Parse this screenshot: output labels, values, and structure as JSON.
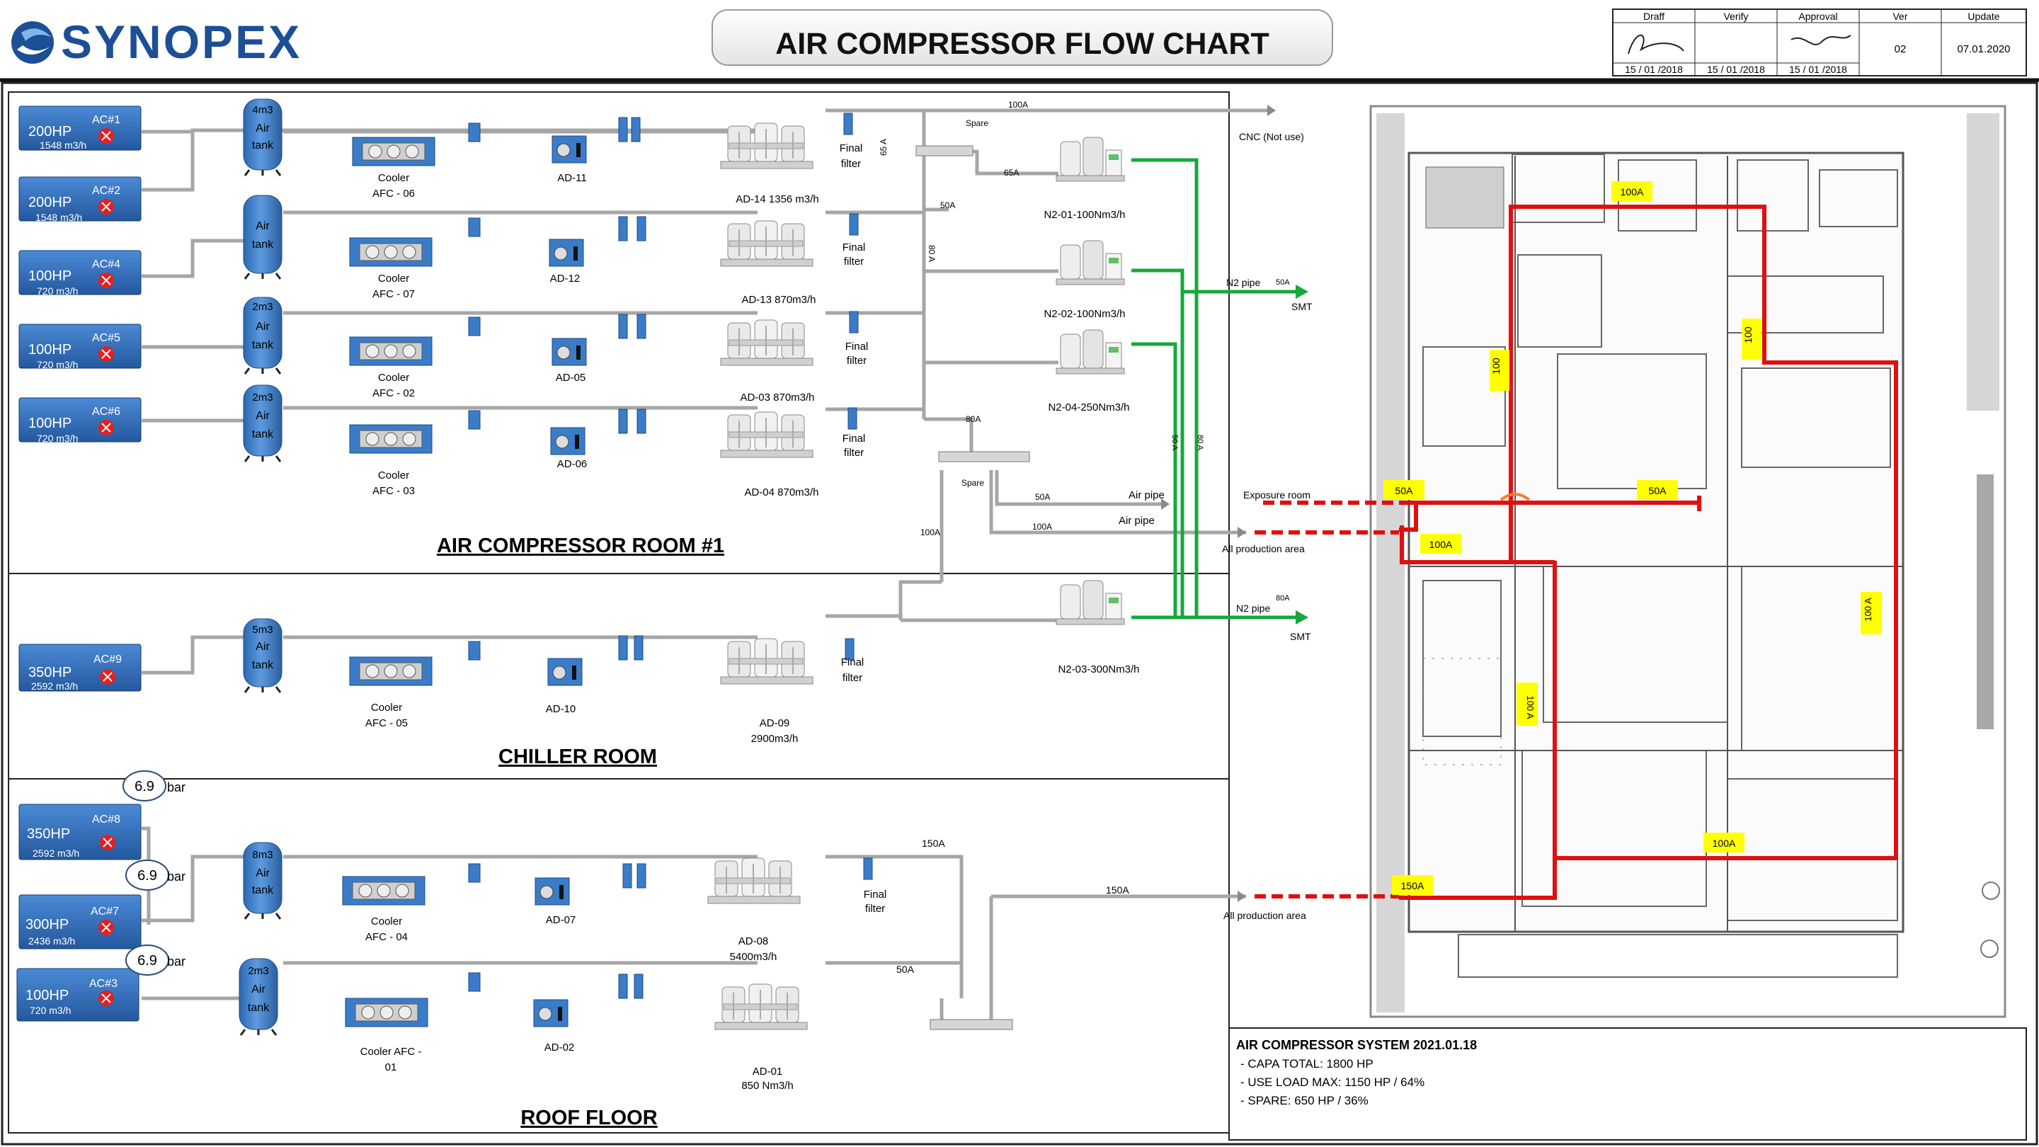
{
  "brand": {
    "name": "SYNOPEX"
  },
  "title": "AIR COMPRESSOR FLOW CHART",
  "approval": {
    "headers": [
      "Draff",
      "Verify",
      "Approval",
      "Ver",
      "Update"
    ],
    "dates": [
      "15 / 01 /2018",
      "15 / 01 /2018",
      "15 / 01 /2018"
    ],
    "ver": "02",
    "update": "07.01.2020"
  },
  "rooms": {
    "room1": "AIR COMPRESSOR ROOM #1",
    "chiller": "CHILLER ROOM",
    "roof": "ROOF FLOOR"
  },
  "compressors": [
    {
      "hp": "200HP",
      "id": "AC#1",
      "flow": "1548 m3/h"
    },
    {
      "hp": "200HP",
      "id": "AC#2",
      "flow": "1548 m3/h"
    },
    {
      "hp": "100HP",
      "id": "AC#4",
      "flow": "720 m3/h"
    },
    {
      "hp": "100HP",
      "id": "AC#5",
      "flow": "720 m3/h"
    },
    {
      "hp": "100HP",
      "id": "AC#6",
      "flow": "720 m3/h"
    },
    {
      "hp": "350HP",
      "id": "AC#9",
      "flow": "2592 m3/h"
    },
    {
      "hp": "350HP",
      "id": "AC#8",
      "flow": "2592 m3/h"
    },
    {
      "hp": "300HP",
      "id": "AC#7",
      "flow": "2436 m3/h"
    },
    {
      "hp": "100HP",
      "id": "AC#3",
      "flow": "720 m3/h"
    }
  ],
  "tanks": [
    {
      "vol": "4m3",
      "l1": "Air",
      "l2": "tank"
    },
    {
      "vol": "",
      "l1": "Air",
      "l2": "tank"
    },
    {
      "vol": "2m3",
      "l1": "Air",
      "l2": "tank"
    },
    {
      "vol": "2m3",
      "l1": "Air",
      "l2": "tank"
    },
    {
      "vol": "5m3",
      "l1": "Air",
      "l2": "tank"
    },
    {
      "vol": "8m3",
      "l1": "Air",
      "l2": "tank"
    },
    {
      "vol": "2m3",
      "l1": "Air",
      "l2": "tank"
    }
  ],
  "coolers": [
    {
      "l1": "Cooler",
      "l2": "AFC - 06"
    },
    {
      "l1": "Cooler",
      "l2": "AFC - 07"
    },
    {
      "l1": "Cooler",
      "l2": "AFC - 02"
    },
    {
      "l1": "Cooler",
      "l2": "AFC - 03"
    },
    {
      "l1": "Cooler",
      "l2": "AFC - 05"
    },
    {
      "l1": "Cooler",
      "l2": "AFC - 04"
    },
    {
      "l1": "Cooler  AFC -",
      "l2": "01"
    }
  ],
  "small_dryers": [
    "AD-11",
    "AD-12",
    "AD-05",
    "AD-06",
    "AD-10",
    "AD-07",
    "AD-02"
  ],
  "dryers": [
    {
      "l1": "AD-14 1356 m3/h",
      "l2": ""
    },
    {
      "l1": "AD-13 870m3/h",
      "l2": ""
    },
    {
      "l1": "AD-03 870m3/h",
      "l2": ""
    },
    {
      "l1": "AD-04 870m3/h",
      "l2": ""
    },
    {
      "l1": "AD-09",
      "l2": "2900m3/h"
    },
    {
      "l1": "AD-08",
      "l2": "5400m3/h"
    },
    {
      "l1": "AD-01",
      "l2": "850 Nm3/h"
    }
  ],
  "final_filter": {
    "l1": "Final",
    "l2": "filter"
  },
  "n2_generators": [
    "N2-01-100Nm3/h",
    "N2-02-100Nm3/h",
    "N2-04-250Nm3/h",
    "N2-03-300Nm3/h"
  ],
  "pressure": {
    "value": "6.9",
    "unit": "bar"
  },
  "pipes": {
    "a100_top": "100A",
    "spare": "Spare",
    "a65": "65A",
    "a65v": "65 A",
    "a50_top": "50A",
    "a80v": "80 A",
    "a80_mid": "80A",
    "a50_mid": "50A",
    "a100_mid": "100A",
    "a100_left": "100A",
    "air_pipe1": "Air pipe",
    "air_pipe2": "Air pipe",
    "a150_roof": "150A",
    "a150_roof2": "150A",
    "a50_roof": "50A",
    "n2_pipe1": "N2 pipe",
    "a50_n2": "50A",
    "smt1": "SMT",
    "n2_pipe2": "N2 pipe",
    "a80_n2": "80A",
    "smt2": "SMT",
    "cnc": "CNC (Not use)",
    "exposure": "Exposure room",
    "allprod1": "All production area",
    "allprod2": "All production area",
    "g_label1": "50 A",
    "g_label2": "80 A"
  },
  "floor_tags": [
    "100A",
    "100",
    "100",
    "50A",
    "50A",
    "100A",
    "100 A",
    "100 A",
    "100A",
    "150A"
  ],
  "system": {
    "title": "AIR COMPRESSOR SYSTEM 2021.01.18",
    "lines": [
      "- CAPA TOTAL: 1800 HP",
      "- USE LOAD MAX: 1150 HP / 64%",
      "- SPARE: 650 HP / 36%"
    ]
  },
  "colors": {
    "compressor": "#2f6fbf",
    "air_pipe": "#a6a6a6",
    "n2_pipe": "#17a83b",
    "main_line": "#e01010",
    "tag": "#ffff00"
  }
}
